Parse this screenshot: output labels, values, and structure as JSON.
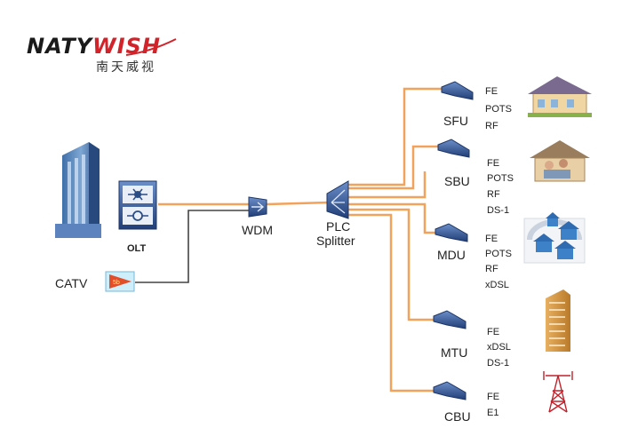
{
  "logo": {
    "brand_part1": "NATY",
    "brand_part2": "WISH",
    "subtitle": "南天威视"
  },
  "colors": {
    "fiber": "#f2a25a",
    "cable": "#444444",
    "brand_dark": "#1a1a1a",
    "brand_red": "#d2232a",
    "device": "#3b62a4"
  },
  "head_end": {
    "olt_label": "OLT",
    "catv_label": "CATV",
    "catv_device_text": "5b"
  },
  "wdm_label": "WDM",
  "splitter_label": [
    "PLC",
    "Splitter"
  ],
  "endpoints": [
    {
      "id": "sfu",
      "label": "SFU",
      "services": [
        "FE",
        "POTS",
        "RF"
      ],
      "icon": "house-icon"
    },
    {
      "id": "sbu",
      "label": "SBU",
      "services": [
        "FE",
        "POTS",
        "RF",
        "DS-1"
      ],
      "icon": "family-house-icon"
    },
    {
      "id": "mdu",
      "label": "MDU",
      "services": [
        "FE",
        "POTS",
        "RF",
        "xDSL"
      ],
      "icon": "multi-house-icon"
    },
    {
      "id": "mtu",
      "label": "MTU",
      "services": [
        "FE",
        "xDSL",
        "DS-1"
      ],
      "icon": "tower-building-icon"
    },
    {
      "id": "cbu",
      "label": "CBU",
      "services": [
        "FE",
        "E1"
      ],
      "icon": "cell-tower-icon"
    }
  ]
}
